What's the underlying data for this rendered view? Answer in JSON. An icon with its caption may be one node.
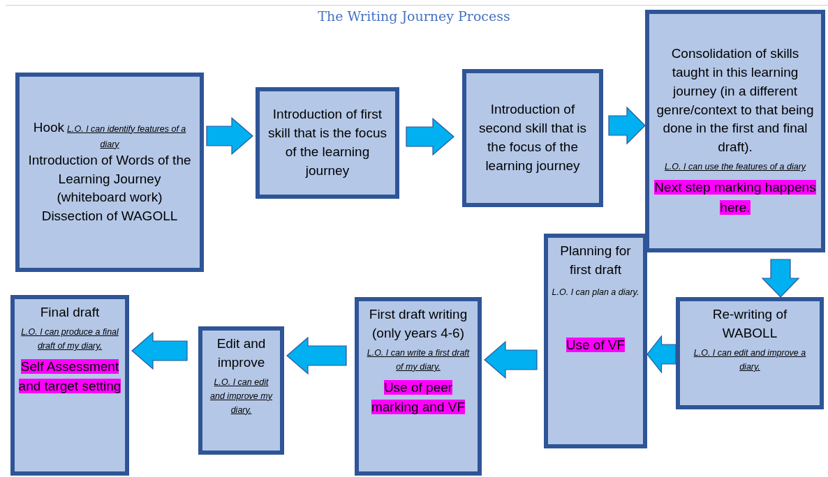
{
  "diagram": {
    "title": "The Writing Journey Process",
    "nodes": [
      {
        "text": [
          "Hook",
          "L.O. I can identify features of a diary",
          "Introduction of Words of the Learning Journey (whiteboard work)",
          "Dissection of WAGOLL"
        ]
      },
      {
        "text": [
          "Introduction of first skill that is the focus of the learning journey"
        ]
      },
      {
        "text": [
          "Introduction of second skill that is the focus of the learning journey"
        ]
      },
      {
        "text": [
          "Consolidation of skills taught in this learning journey (in a different genre/context to that being done in the first and final draft).",
          "L.O. I can use the features of a diary",
          "Next step marking happens here."
        ]
      },
      {
        "text": [
          "Re-writing of WABOLL",
          "L.O. I can edit and improve a diary."
        ]
      },
      {
        "text": [
          "Planning for first draft",
          "L.O. I can plan a diary.",
          "Use of VF"
        ]
      },
      {
        "text": [
          "First draft writing (only years 4-6)",
          "L.O. I can write a first draft of my diary.",
          "Use of peer marking and VF"
        ]
      },
      {
        "text": [
          "Edit and improve",
          "L.O. I can edit and improve my diary."
        ]
      },
      {
        "text": [
          "Final draft",
          "L.O. I can produce a final draft of my diary.",
          "Self Assessment and target setting"
        ]
      }
    ],
    "edges": [
      {
        "from": 0,
        "to": 1,
        "arrow": "to"
      },
      {
        "from": 1,
        "to": 2,
        "arrow": "to"
      },
      {
        "from": 2,
        "to": 3,
        "arrow": "to"
      },
      {
        "from": 3,
        "to": 4,
        "arrow": "to"
      },
      {
        "from": 4,
        "to": 5,
        "arrow": "to"
      },
      {
        "from": 5,
        "to": 6,
        "arrow": "to"
      },
      {
        "from": 6,
        "to": 7,
        "arrow": "to"
      },
      {
        "from": 7,
        "to": 8,
        "arrow": "to"
      }
    ]
  }
}
